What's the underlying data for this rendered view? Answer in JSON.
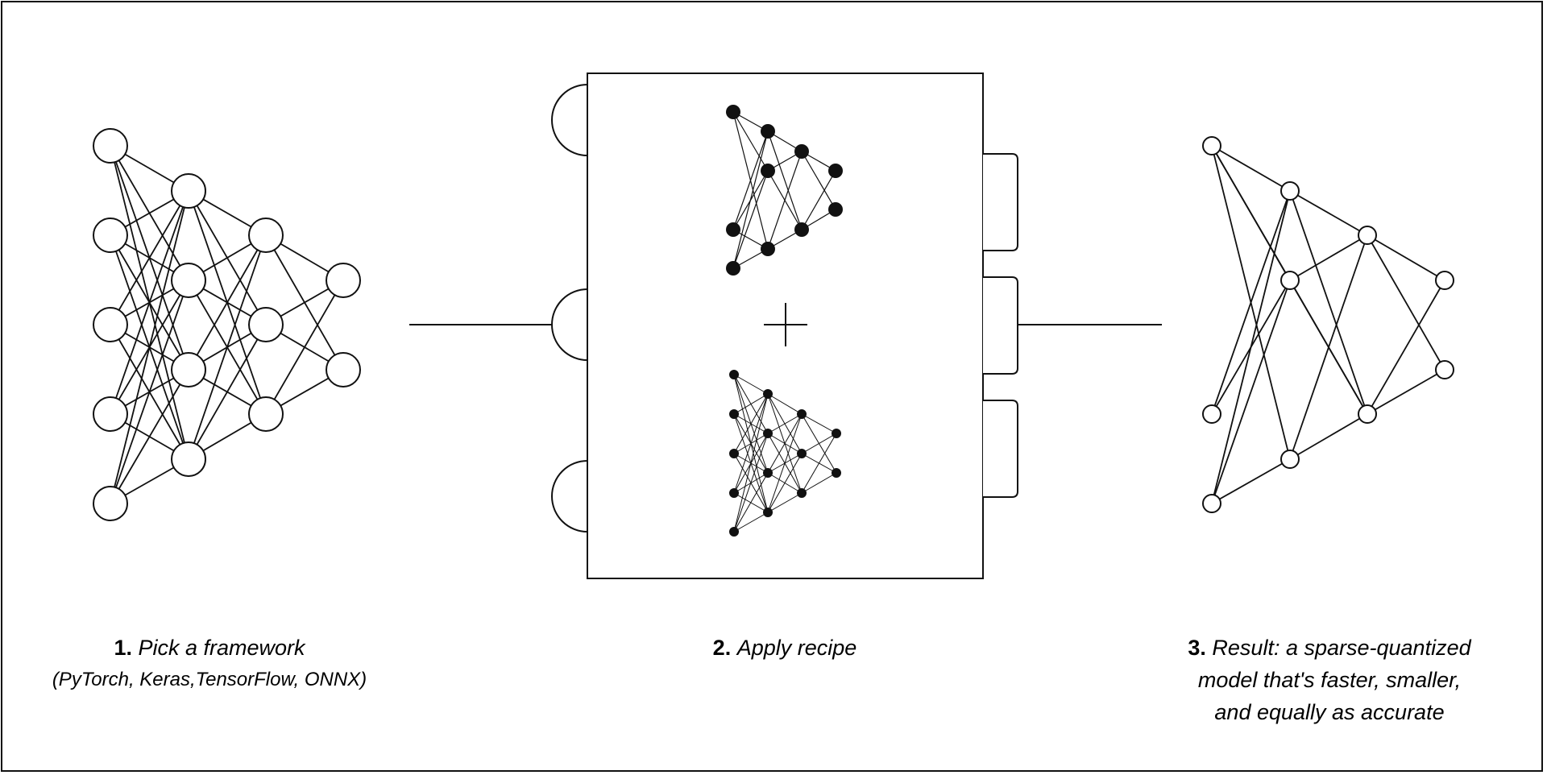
{
  "steps": [
    {
      "number": "1.",
      "text": "Pick a framework",
      "subtext": "(PyTorch, Keras,TensorFlow, ONNX)"
    },
    {
      "number": "2.",
      "text": "Apply recipe"
    },
    {
      "number": "3.",
      "text_lines": [
        "Result: a sparse-quantized",
        "model that's faster, smaller,",
        "and equally as accurate"
      ]
    }
  ],
  "colors": {
    "stroke": "#111111",
    "background": "#ffffff"
  },
  "icons": [
    "neural-network-icon",
    "recipe-machine-icon",
    "plus-icon",
    "sparse-network-icon"
  ]
}
